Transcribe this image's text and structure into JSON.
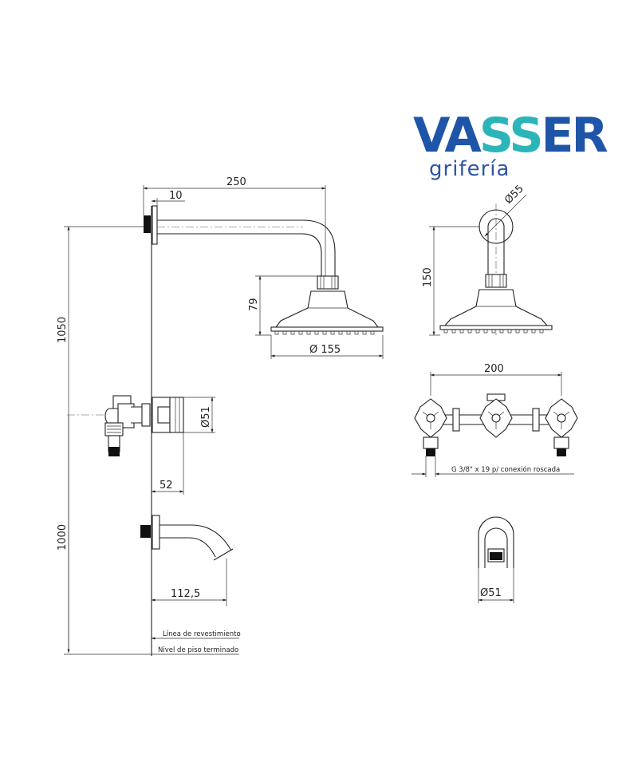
{
  "brand": {
    "name_part1": "VA",
    "name_part2": "SS",
    "name_part3": "ER",
    "tagline": "grifería",
    "colors": {
      "blue": "#1f55a8",
      "teal": "#2bb5b8"
    }
  },
  "dimensions": {
    "arm_length": "250",
    "flange_offset": "10",
    "head_diameter_side": "Ø 155",
    "head_height": "79",
    "height_shower": "1050",
    "valve_diameter": "Ø51",
    "valve_depth": "52",
    "height_spout": "1000",
    "spout_length": "112,5",
    "flange_diameter": "Ø55",
    "arm_drop": "150",
    "valve_spacing": "200",
    "thread_spec": "G 3/8\" x 19 p/ conexión roscada",
    "spout_diameter": "Ø51"
  },
  "notes": {
    "wall_line": "Línea de revestimiento",
    "floor_level": "Nivel de piso terminado"
  }
}
